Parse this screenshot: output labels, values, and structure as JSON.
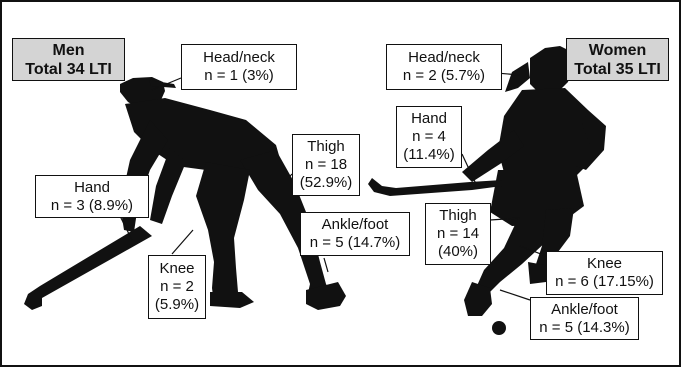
{
  "men": {
    "title": "Men",
    "total": "Total 34 LTI",
    "labels": {
      "head_neck": [
        "Head/neck",
        "n = 1 (3%)"
      ],
      "hand": [
        "Hand",
        "n = 3 (8.9%)"
      ],
      "knee": [
        "Knee",
        "n = 2",
        "(5.9%)"
      ],
      "thigh": [
        "Thigh",
        "n = 18",
        "(52.9%)"
      ],
      "ankle_foot": [
        "Ankle/foot",
        "n = 5 (14.7%)"
      ]
    }
  },
  "women": {
    "title": "Women",
    "total": "Total 35 LTI",
    "labels": {
      "head_neck": [
        "Head/neck",
        "n = 2 (5.7%)"
      ],
      "hand": [
        "Hand",
        "n = 4",
        "(11.4%)"
      ],
      "thigh": [
        "Thigh",
        "n = 14",
        "(40%)"
      ],
      "knee": [
        "Knee",
        "n = 6 (17.15%)"
      ],
      "ankle_foot": [
        "Ankle/foot",
        "n = 5 (14.3%)"
      ]
    }
  },
  "colors": {
    "silhouette": "#111111",
    "title_fill": "#d4d4d4",
    "border": "#111111"
  }
}
